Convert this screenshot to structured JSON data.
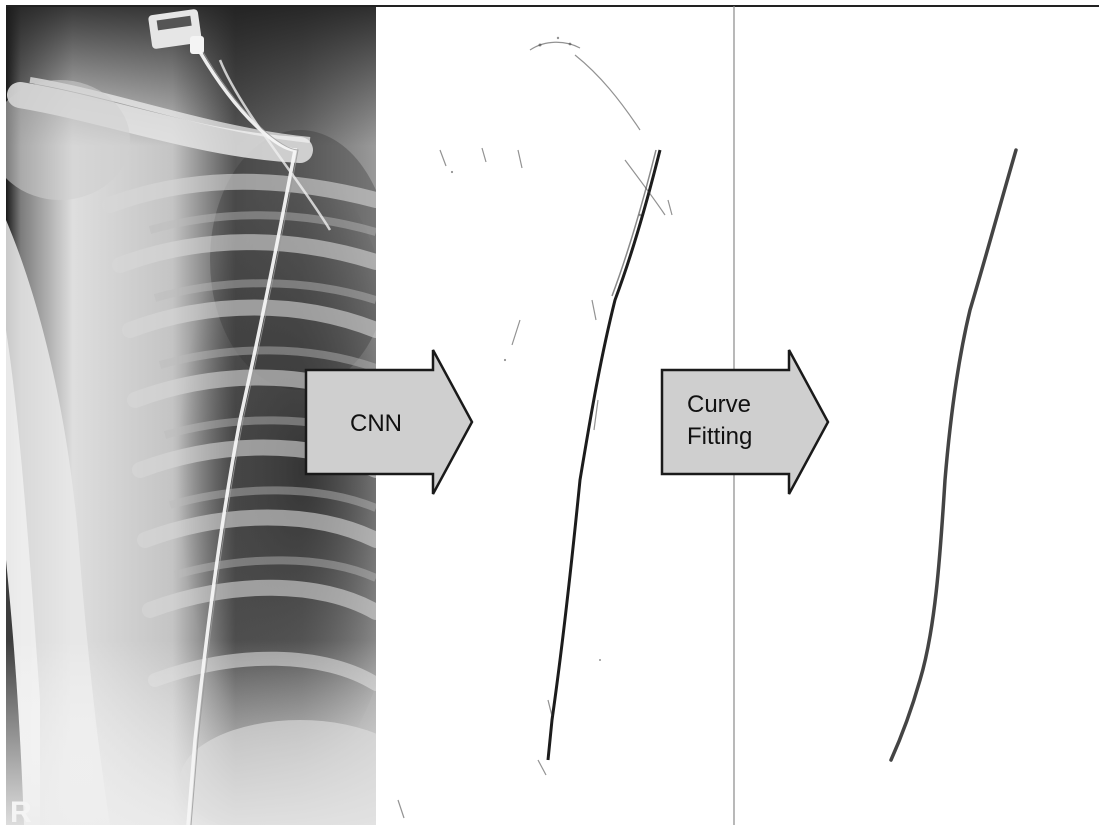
{
  "xray_panel": {
    "marker_letter": "R"
  },
  "arrows": [
    {
      "label_lines": [
        "CNN"
      ]
    },
    {
      "label_lines": [
        "Curve",
        "Fitting"
      ]
    }
  ],
  "colors": {
    "arrow_fill": "#cfcfcf",
    "arrow_stroke": "#1a1a1a",
    "fitted_curve": "#444444",
    "cnn_output": "#1c1c1c",
    "panel_border": "#222222",
    "divider": "#8a8a8a"
  }
}
